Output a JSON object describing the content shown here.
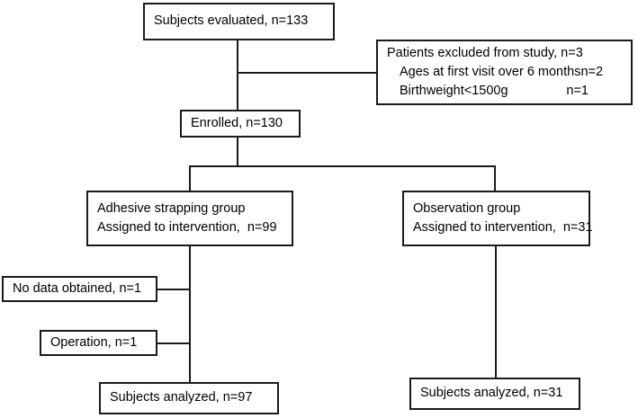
{
  "chart_data": {
    "type": "diagram",
    "title": "CONSORT-style participant flow diagram",
    "nodes": [
      {
        "id": "evaluated",
        "lines": [
          "Subjects evaluated, n=133"
        ]
      },
      {
        "id": "excluded",
        "lines": [
          "Patients excluded from study, n=3",
          "   Ages at first visit over 6 months   n=2",
          "   Birthweight<1500g                      n=1"
        ]
      },
      {
        "id": "enrolled",
        "lines": [
          "Enrolled, n=130"
        ]
      },
      {
        "id": "adhesive",
        "lines": [
          "Adhesive strapping group",
          "Assigned to intervention,  n=99"
        ]
      },
      {
        "id": "observation",
        "lines": [
          "Observation group",
          "Assigned to intervention,  n=31"
        ]
      },
      {
        "id": "nodata",
        "lines": [
          "No data obtained, n=1"
        ]
      },
      {
        "id": "operation",
        "lines": [
          "Operation, n=1"
        ]
      },
      {
        "id": "analyzed_left",
        "lines": [
          "Subjects analyzed, n=97"
        ]
      },
      {
        "id": "analyzed_right",
        "lines": [
          "Subjects analyzed, n=31"
        ]
      }
    ],
    "edges": [
      {
        "from": "evaluated",
        "to": "enrolled"
      },
      {
        "from": "evaluated",
        "to": "excluded"
      },
      {
        "from": "enrolled",
        "to": "adhesive"
      },
      {
        "from": "enrolled",
        "to": "observation"
      },
      {
        "from": "adhesive",
        "to": "nodata"
      },
      {
        "from": "adhesive",
        "to": "operation"
      },
      {
        "from": "adhesive",
        "to": "analyzed_left"
      },
      {
        "from": "observation",
        "to": "analyzed_right"
      }
    ],
    "counts": {
      "evaluated": 133,
      "excluded_total": 3,
      "excluded_age_over_6_months": 2,
      "excluded_birthweight_under_1500g": 1,
      "enrolled": 130,
      "adhesive_assigned": 99,
      "observation_assigned": 31,
      "no_data_obtained": 1,
      "operation": 1,
      "adhesive_analyzed": 97,
      "observation_analyzed": 31
    },
    "colors": {
      "stroke": "#1a1a1a",
      "background": "#ffffff",
      "text": "#000000"
    }
  },
  "nodes": {
    "evaluated": {
      "line1": "Subjects evaluated, n=133"
    },
    "excluded": {
      "line1": "Patients excluded from study, n=3",
      "line2_label": "Ages at first visit over 6 months",
      "line2_value": "n=2",
      "line3_label": "Birthweight<1500g",
      "line3_value": "n=1"
    },
    "enrolled": {
      "line1": "Enrolled, n=130"
    },
    "adhesive": {
      "line1": "Adhesive strapping group",
      "line2": "Assigned to intervention,  n=99"
    },
    "observation": {
      "line1": "Observation group",
      "line2": "Assigned to intervention,  n=31"
    },
    "nodata": {
      "line1": "No data obtained, n=1"
    },
    "operation": {
      "line1": "Operation, n=1"
    },
    "analyzed_left": {
      "line1": "Subjects analyzed, n=97"
    },
    "analyzed_right": {
      "line1": "Subjects analyzed, n=31"
    }
  }
}
